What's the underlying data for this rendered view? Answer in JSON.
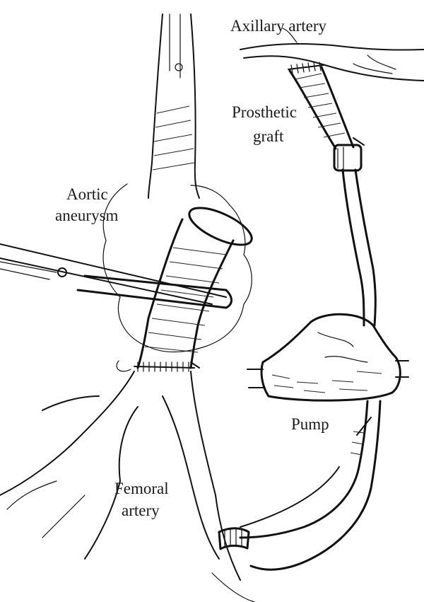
{
  "labels": {
    "axillary_artery": "Axillary artery",
    "prosthetic_graft_line1": "Prosthetic",
    "prosthetic_graft_line2": "graft",
    "aortic_aneurysm_line1": "Aortic",
    "aortic_aneurysm_line2": "aneurysm",
    "pump": "Pump",
    "femoral_artery_line1": "Femoral",
    "femoral_artery_line2": "artery"
  }
}
